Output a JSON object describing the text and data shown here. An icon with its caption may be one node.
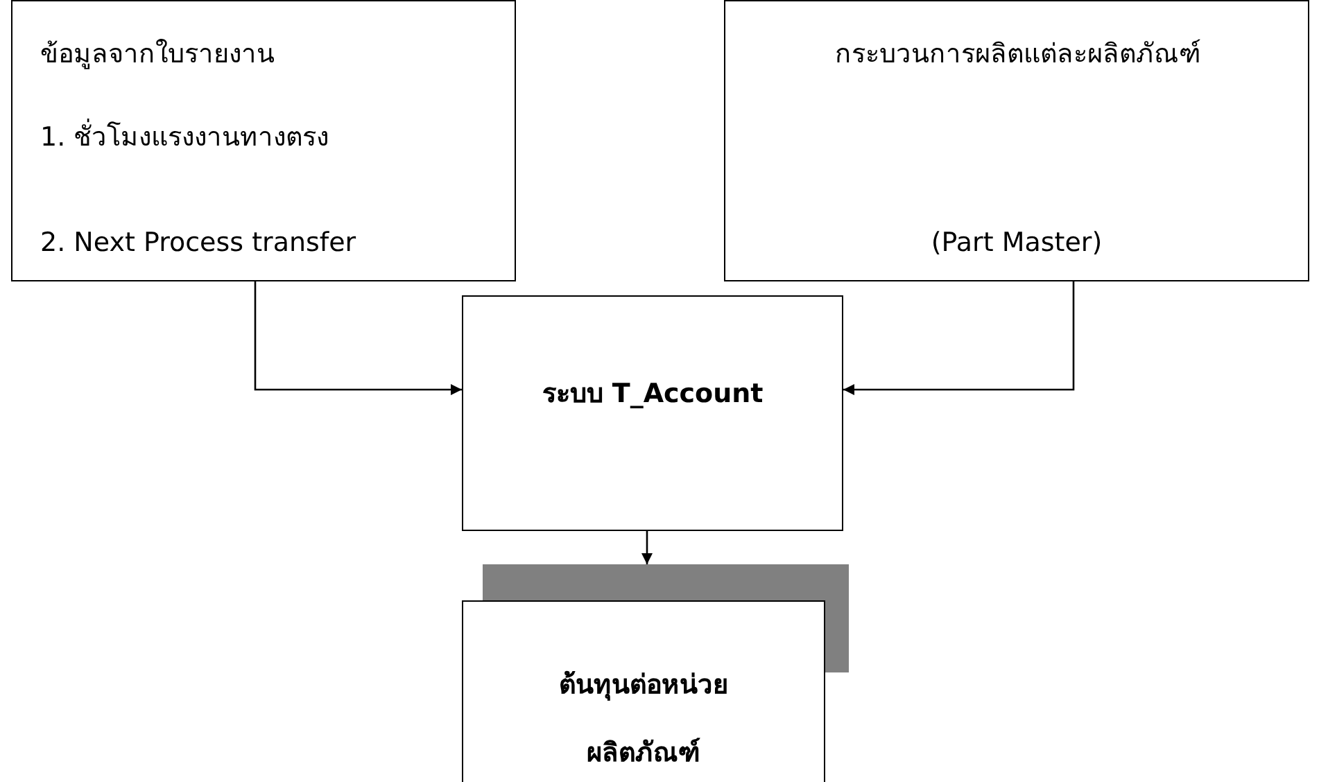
{
  "diagram": {
    "nodes": [
      {
        "text": [
          "ข้อมูลจากใบรายงาน",
          "1. ชั่วโมงแรงงานทางตรง",
          "2. Next Process transfer"
        ]
      },
      {
        "text": [
          "กระบวนการผลิตแต่ละผลิตภัณฑ์",
          "(Part Master)"
        ]
      },
      {
        "text": [
          "ระบบ T_Account"
        ]
      },
      {
        "text": [
          "ต้นทุนต่อหน่วยผลิตภัณฑ์"
        ]
      }
    ],
    "edges": [
      {
        "from": 0,
        "to": 2,
        "arrow": "to"
      },
      {
        "from": 1,
        "to": 2,
        "arrow": "to"
      },
      {
        "from": 2,
        "to": 3,
        "arrow": "to"
      }
    ]
  }
}
